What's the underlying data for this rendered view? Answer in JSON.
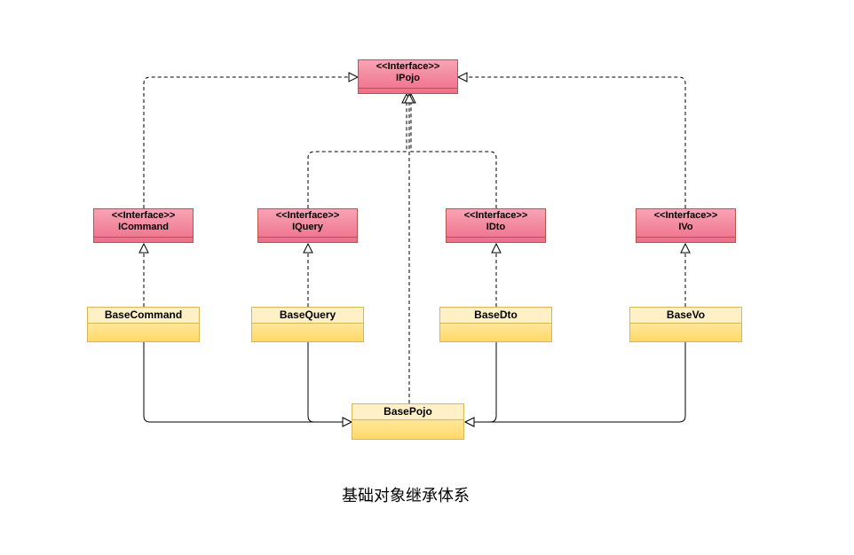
{
  "interfaces": {
    "stereotype": "<<Interface>>",
    "ipojo": "IPojo",
    "icommand": "ICommand",
    "iquery": "IQuery",
    "idto": "IDto",
    "ivo": "IVo"
  },
  "classes": {
    "basecommand": "BaseCommand",
    "basequery": "BaseQuery",
    "basedto": "BaseDto",
    "basevo": "BaseVo",
    "basepojo": "BasePojo"
  },
  "caption": "基础对象继承体系",
  "colors": {
    "interface_fill_top": "#f7a4b4",
    "interface_fill_bottom": "#ef6e8a",
    "interface_stroke": "#b85450",
    "class_fill_top": "#fff2cc",
    "class_fill_bottom": "#ffd966",
    "class_stroke": "#d6b656"
  }
}
